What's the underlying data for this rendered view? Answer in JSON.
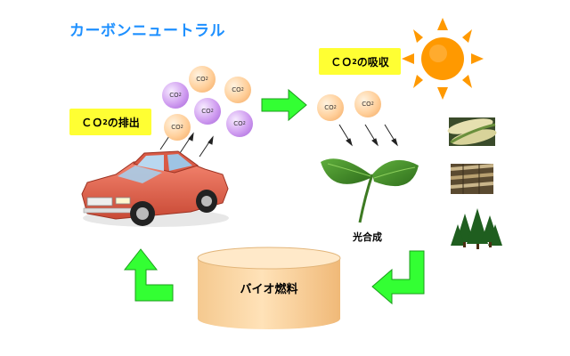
{
  "title": "カーボンニュートラル",
  "emission_label": {
    "prefix": "ＣＯ",
    "sub": "2",
    "suffix": "の排出"
  },
  "absorption_label": {
    "prefix": "ＣＯ",
    "sub": "2",
    "suffix": "の吸収"
  },
  "molecule": {
    "base": "CO",
    "sub": "2"
  },
  "photosynthesis_label": "光合成",
  "fuel_label": "バイオ燃料",
  "colors": {
    "title": "#1e90ff",
    "label_bg": "#ffff33",
    "arrow_green": "#33ff33",
    "drum": "#ffd9a6",
    "car": "#e8604c",
    "sun": "#ff9900"
  },
  "icons": [
    "sun-icon",
    "car-icon",
    "leaf-icon",
    "corn-icon",
    "sugarcane-icon",
    "forest-icon"
  ]
}
